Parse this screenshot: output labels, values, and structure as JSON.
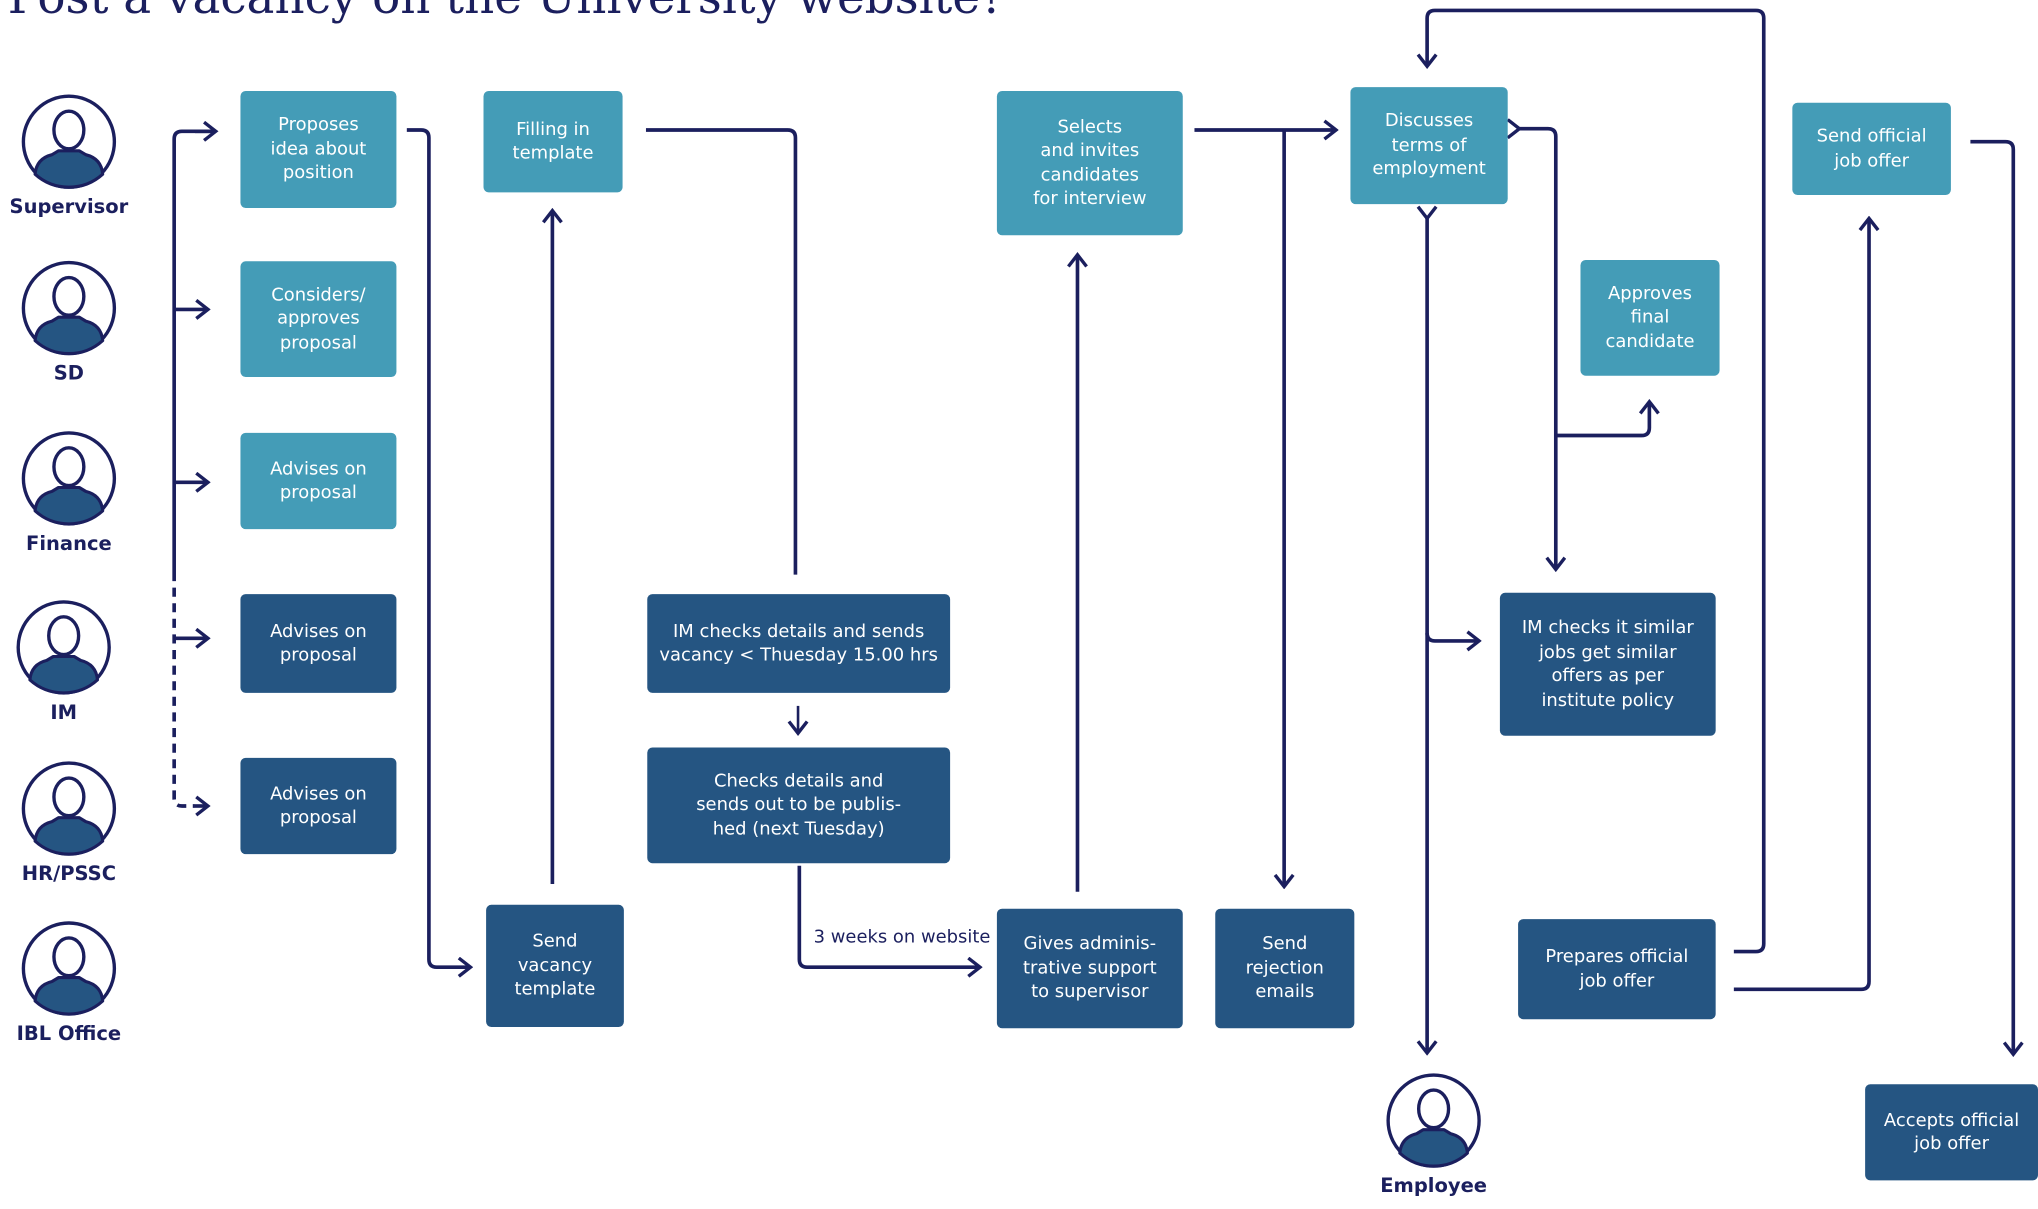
{
  "title": "Post a vacancy on the University website?",
  "roles": [
    "Supervisor",
    "SD",
    "Finance",
    "IM",
    "HR/PSSC",
    "IBL Office",
    "Employee"
  ],
  "steps": {
    "proposes": "Proposes\nidea about\nposition",
    "considers": "Considers/\napproves\nproposal",
    "advises_finance": "Advises on\nproposal",
    "advises_im": "Advises on\nproposal",
    "advises_hr": "Advises on\nproposal",
    "filling_template": "Filling in\ntemplate",
    "send_template": "Send\nvacancy\ntemplate",
    "im_checks_vacancy": "IM checks details and sends\nvacancy < Thuesday 15.00 hrs",
    "checks_publish": "Checks details and\nsends out to be publis-\nhed (next Tuesday)",
    "selects_invites": "Selects\nand invites\ncandidates\nfor interview",
    "gives_support": "Gives adminis-\ntrative support\nto supervisor",
    "send_rejection": "Send\nrejection\nemails",
    "discusses_terms": "Discusses\nterms of\nemployment",
    "approves_final": "Approves\nfinal\ncandidate",
    "im_checks_similar": "IM checks it similar\njobs get similar\noffers as per\ninstitute policy",
    "prepares_offer": "Prepares official\njob offer",
    "send_offer": "Send official\njob offer",
    "accepts_offer": "Accepts official\njob offer"
  },
  "annotations": {
    "website_duration": "3 weeks on website"
  },
  "colors": {
    "light_box": "#449cb7",
    "dark_box": "#255582",
    "line": "#1b1f5e"
  }
}
